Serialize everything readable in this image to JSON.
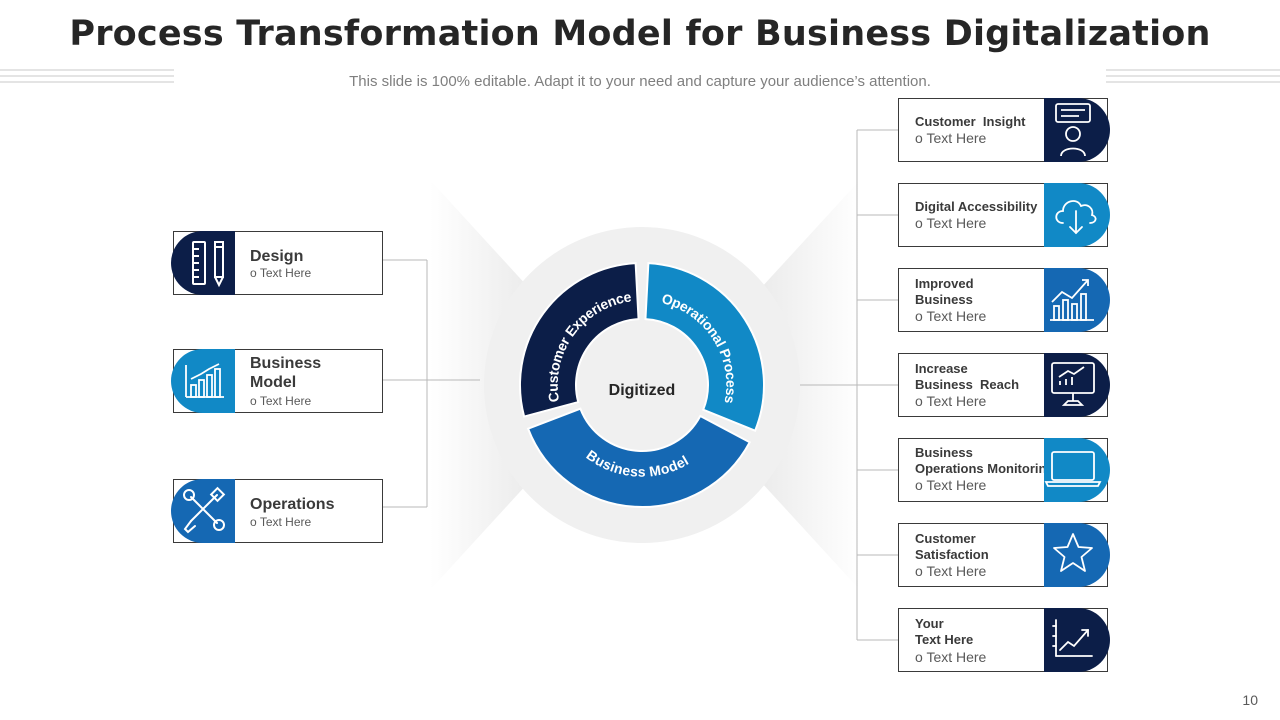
{
  "slide": {
    "title": "Process Transformation Model for Business Digitalization",
    "subtitle": "This slide is 100% editable. Adapt it to your need and capture your audience’s attention.",
    "page_number": "10"
  },
  "colors": {
    "navy": "#0c1e48",
    "blue": "#1568b3",
    "teal": "#1189c6",
    "ring_bg": "#f0f0f0"
  },
  "center": {
    "label": "Digitized",
    "segments": [
      {
        "label": "Customer Experience",
        "color": "#0c1e48"
      },
      {
        "label": "Operational Process",
        "color": "#1189c6"
      },
      {
        "label": "Business Model",
        "color": "#1568b3"
      }
    ]
  },
  "left_items": [
    {
      "label": "Design",
      "sub": "Text Here",
      "icon": "ruler-pencil-icon",
      "color": "#0c1e48"
    },
    {
      "label": "Business\nModel",
      "sub": "Text Here",
      "icon": "bar-chart-icon",
      "color": "#1189c6"
    },
    {
      "label": "Operations",
      "sub": "Text Here",
      "icon": "wrench-screwdriver-icon",
      "color": "#1568b3"
    }
  ],
  "right_items": [
    {
      "label": "Customer  Insight",
      "sub": "Text Here",
      "icon": "person-chat-icon",
      "color": "#0c1e48"
    },
    {
      "label": "Digital Accessibility",
      "sub": "Text Here",
      "icon": "cloud-download-icon",
      "color": "#1189c6"
    },
    {
      "label": "Improved\nBusiness",
      "sub": "Text Here",
      "icon": "growth-chart-icon",
      "color": "#1568b3"
    },
    {
      "label": "Increase\nBusiness  Reach",
      "sub": "Text Here",
      "icon": "monitor-chart-icon",
      "color": "#0c1e48"
    },
    {
      "label": "Business\nOperations Monitoring",
      "sub": "Text Here",
      "icon": "laptop-icon",
      "color": "#1189c6"
    },
    {
      "label": "Customer\nSatisfaction",
      "sub": "Text Here",
      "icon": "star-icon",
      "color": "#1568b3"
    },
    {
      "label": "Your\nText Here",
      "sub": "Text Here",
      "icon": "line-graph-icon",
      "color": "#0c1e48"
    }
  ],
  "bullet": "o"
}
